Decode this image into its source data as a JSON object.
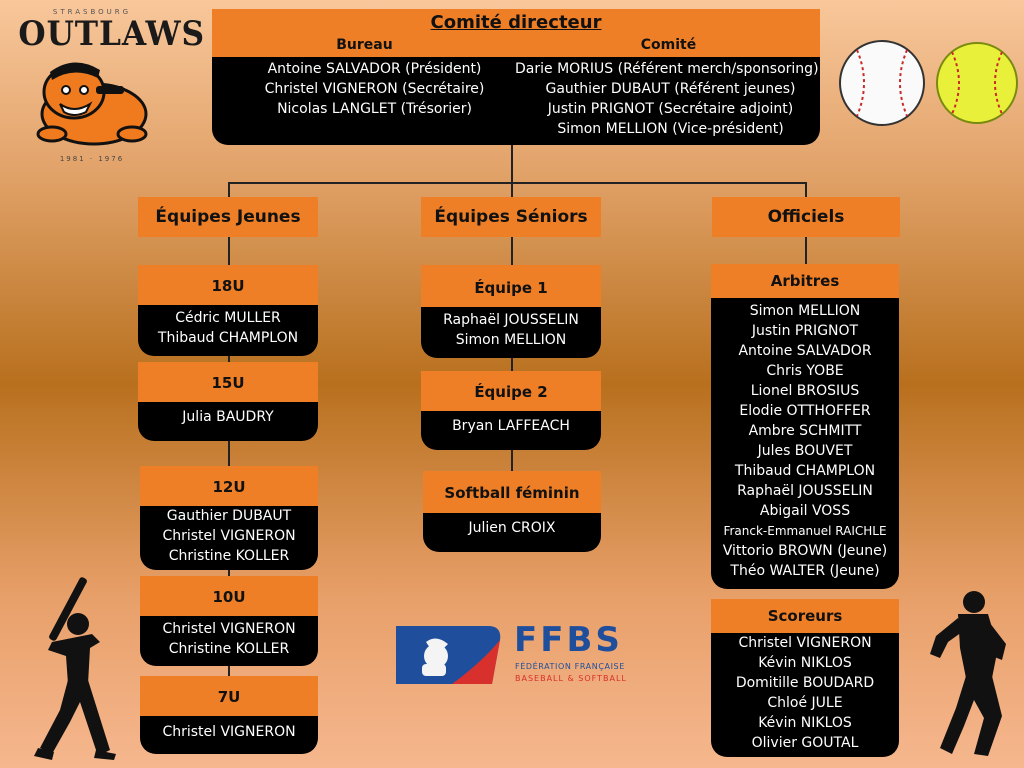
{
  "club": {
    "top_text": "STRASBOURG",
    "name": "OUTLAWS",
    "bottom_text": "1981 · 1976"
  },
  "committee": {
    "title": "Comité directeur",
    "bureau_label": "Bureau",
    "comite_label": "Comité",
    "bureau": [
      "Antoine SALVADOR (Président)",
      "Christel VIGNERON (Secrétaire)",
      "Nicolas LANGLET (Trésorier)"
    ],
    "comite": [
      "Darie MORIUS (Référent merch/sponsoring)",
      "Gauthier DUBAUT (Référent jeunes)",
      "Justin PRIGNOT (Secrétaire adjoint)",
      "Simon MELLION (Vice-président)"
    ]
  },
  "categories": {
    "jeunes": "Équipes Jeunes",
    "seniors": "Équipes Séniors",
    "officiels": "Officiels"
  },
  "jeunes": [
    {
      "title": "18U",
      "members": [
        "Cédric MULLER",
        "Thibaud CHAMPLON"
      ]
    },
    {
      "title": "15U",
      "members": [
        "Julia BAUDRY"
      ]
    },
    {
      "title": "12U",
      "members": [
        "Gauthier DUBAUT",
        "Christel VIGNERON",
        "Christine KOLLER"
      ]
    },
    {
      "title": "10U",
      "members": [
        "Christel VIGNERON",
        "Christine KOLLER"
      ]
    },
    {
      "title": "7U",
      "members": [
        "Christel VIGNERON"
      ]
    }
  ],
  "seniors": [
    {
      "title": "Équipe 1",
      "members": [
        "Raphaël JOUSSELIN",
        "Simon MELLION"
      ]
    },
    {
      "title": "Équipe 2",
      "members": [
        "Bryan LAFFEACH"
      ]
    },
    {
      "title": "Softball féminin",
      "members": [
        "Julien CROIX"
      ]
    }
  ],
  "arbitres": {
    "title": "Arbitres",
    "members": [
      "Simon MELLION",
      "Justin PRIGNOT",
      "Antoine SALVADOR",
      "Chris YOBE",
      "Lionel BROSIUS",
      "Elodie OTTHOFFER",
      "Ambre SCHMITT",
      "Jules BOUVET",
      "Thibaud CHAMPLON",
      "Raphaël JOUSSELIN",
      "Abigail VOSS",
      "Franck-Emmanuel RAICHLE",
      "Vittorio BROWN (Jeune)",
      "Théo WALTER (Jeune)"
    ]
  },
  "scoreurs": {
    "title": "Scoreurs",
    "members": [
      "Christel VIGNERON",
      "Kévin NIKLOS",
      "Domitille BOUDARD",
      "Chloé JULE",
      "Kévin NIKLOS",
      "Olivier GOUTAL"
    ]
  },
  "ffbs": {
    "name": "FFBS",
    "line1": "FÉDÉRATION FRANÇAISE",
    "line2": "BASEBALL & SOFTBALL"
  },
  "colors": {
    "orange": "#ee7f26",
    "black": "#000000",
    "ffbs_blue": "#1f4f9c",
    "ffbs_red": "#d8302c"
  }
}
